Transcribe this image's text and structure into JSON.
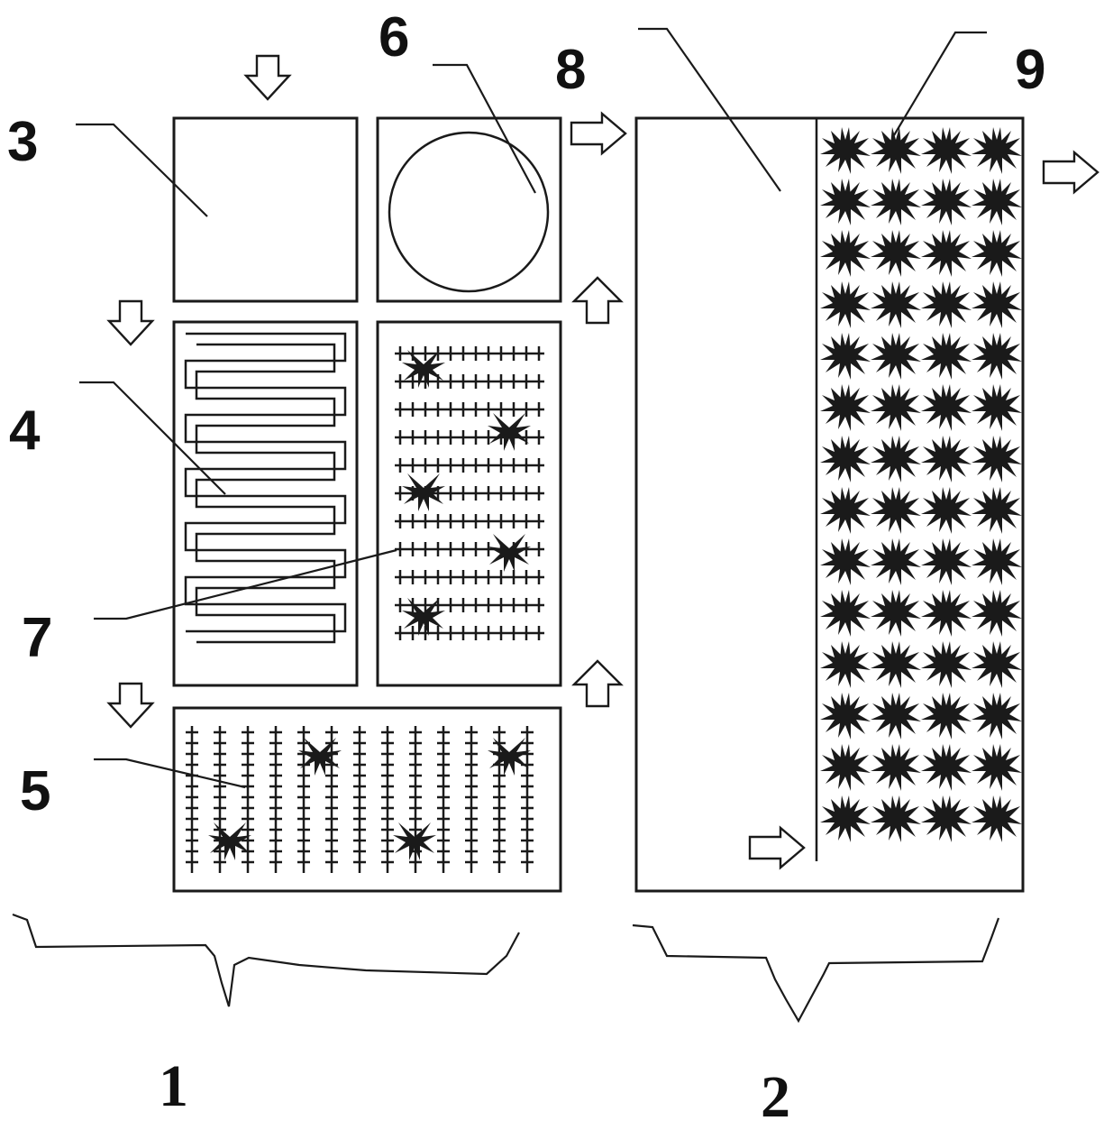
{
  "labels": {
    "l1": "1",
    "l2": "2",
    "l3": "3",
    "l4": "4",
    "l5": "5",
    "l6": "6",
    "l7": "7",
    "l8": "8",
    "l9": "9"
  },
  "icons": {
    "flow_arrow": "hollow-arrow-icon",
    "plant": "plant-icon"
  },
  "colors": {
    "line": "#1a1a1a",
    "background": "#ffffff"
  }
}
